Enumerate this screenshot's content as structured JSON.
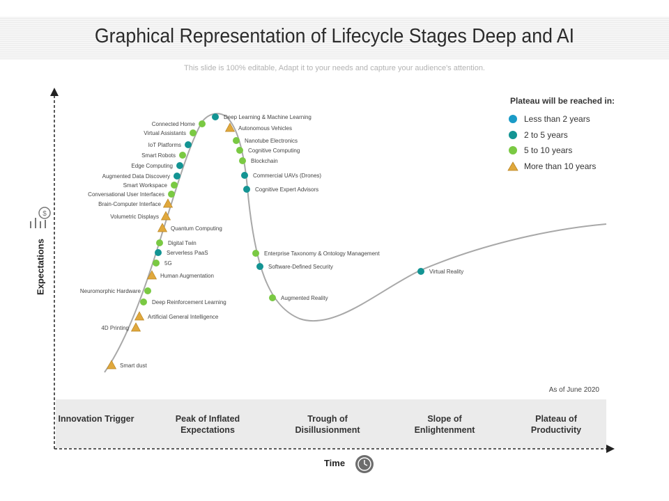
{
  "title": "Graphical Representation of Lifecycle Stages Deep and AI",
  "subtitle": "This slide is 100% editable, Adapt it to your needs and capture your audience's attention.",
  "y_axis_label": "Expectations",
  "x_axis_label": "Time",
  "as_of": "As of June 2020",
  "colors": {
    "lt2": "#1a9bc7",
    "2to5": "#139493",
    "5to10": "#7ac943",
    "gt10": "#e0a83c",
    "curve": "#a8a8a8",
    "band": "#ebebeb"
  },
  "legend": {
    "title": "Plateau  will be reached in:",
    "items": [
      {
        "key": "lt2",
        "label": "Less than 2 years",
        "shape": "circle"
      },
      {
        "key": "2to5",
        "label": "2 to 5 years",
        "shape": "circle"
      },
      {
        "key": "5to10",
        "label": "5 to 10 years",
        "shape": "circle"
      },
      {
        "key": "gt10",
        "label": "More than 10 years",
        "shape": "triangle"
      }
    ]
  },
  "stages": [
    {
      "label": "Innovation Trigger"
    },
    {
      "label": "Peak of Inflated Expectations"
    },
    {
      "label": "Trough of Disillusionment"
    },
    {
      "label": "Slope of Enlightenment"
    },
    {
      "label": "Plateau of Productivity"
    }
  ],
  "technologies": [
    {
      "name": "Smart dust",
      "category": "gt10"
    },
    {
      "name": "4D Printing",
      "category": "gt10"
    },
    {
      "name": "Artificial General Intelligence",
      "category": "gt10"
    },
    {
      "name": "Deep Reinforcement Learning",
      "category": "5to10"
    },
    {
      "name": "Neuromorphic Hardware",
      "category": "5to10"
    },
    {
      "name": "Human Augmentation",
      "category": "gt10"
    },
    {
      "name": "5G",
      "category": "5to10"
    },
    {
      "name": "Serverless PaaS",
      "category": "2to5"
    },
    {
      "name": "Digital Twin",
      "category": "5to10"
    },
    {
      "name": "Quantum Computing",
      "category": "gt10"
    },
    {
      "name": "Volumetric Displays",
      "category": "gt10"
    },
    {
      "name": "Brain-Computer Interface",
      "category": "gt10"
    },
    {
      "name": "Conversational User Interfaces",
      "category": "5to10"
    },
    {
      "name": "Smart Workspace",
      "category": "5to10"
    },
    {
      "name": "Augmented Data Discovery",
      "category": "2to5"
    },
    {
      "name": "Edge Computing",
      "category": "2to5"
    },
    {
      "name": "Smart Robots",
      "category": "5to10"
    },
    {
      "name": "IoT Platforms",
      "category": "2to5"
    },
    {
      "name": "Virtual Assistants",
      "category": "5to10"
    },
    {
      "name": "Connected Home",
      "category": "5to10"
    },
    {
      "name": "Deep Learning & Machine Learning",
      "category": "2to5"
    },
    {
      "name": "Autonomous Vehicles",
      "category": "gt10"
    },
    {
      "name": "Nanotube Electronics",
      "category": "5to10"
    },
    {
      "name": "Cognitive Computing",
      "category": "5to10"
    },
    {
      "name": "Blockchain",
      "category": "5to10"
    },
    {
      "name": "Commercial UAVs (Drones)",
      "category": "2to5"
    },
    {
      "name": "Cognitive Expert Advisors",
      "category": "2to5"
    },
    {
      "name": "Enterprise Taxonomy & Ontology Management",
      "category": "5to10"
    },
    {
      "name": "Software-Defined Security",
      "category": "2to5"
    },
    {
      "name": "Augmented Reality",
      "category": "5to10"
    },
    {
      "name": "Virtual Reality",
      "category": "2to5"
    }
  ]
}
